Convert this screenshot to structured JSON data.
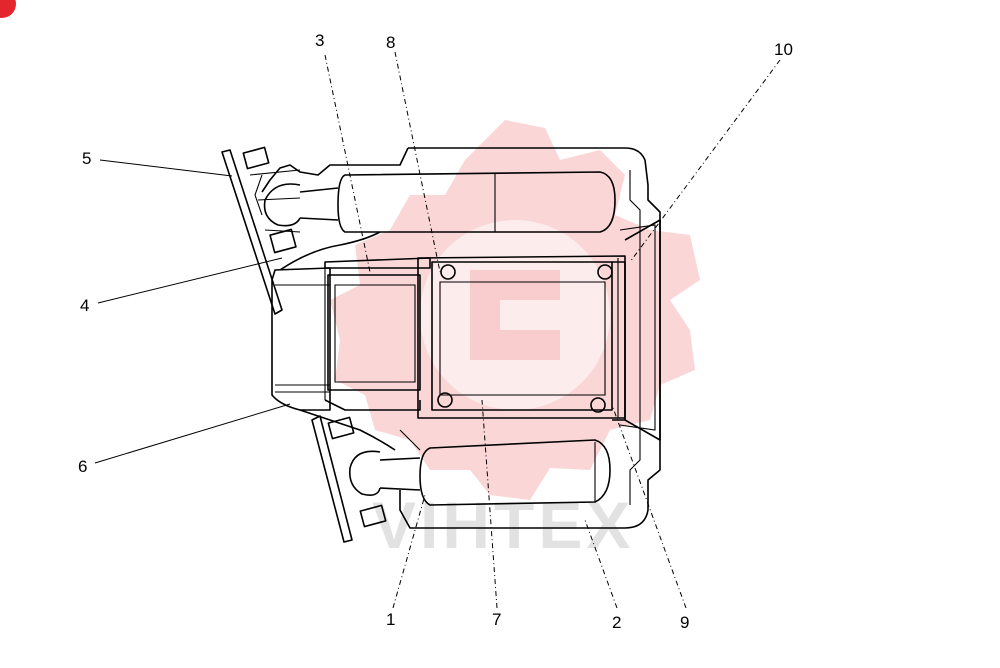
{
  "diagram": {
    "watermark_text": "VIHTEX",
    "labels": [
      {
        "id": "label-1",
        "text": "1"
      },
      {
        "id": "label-2",
        "text": "2"
      },
      {
        "id": "label-3",
        "text": "3"
      },
      {
        "id": "label-4",
        "text": "4"
      },
      {
        "id": "label-5",
        "text": "5"
      },
      {
        "id": "label-6",
        "text": "6"
      },
      {
        "id": "label-7",
        "text": "7"
      },
      {
        "id": "label-8",
        "text": "8"
      },
      {
        "id": "label-9",
        "text": "9"
      },
      {
        "id": "label-10",
        "text": "10"
      }
    ]
  },
  "colors": {
    "ink": "#000000",
    "watermark_gear": "#f5b5b5",
    "watermark_text": "#cfcfcf",
    "badge": "#e3262d"
  }
}
